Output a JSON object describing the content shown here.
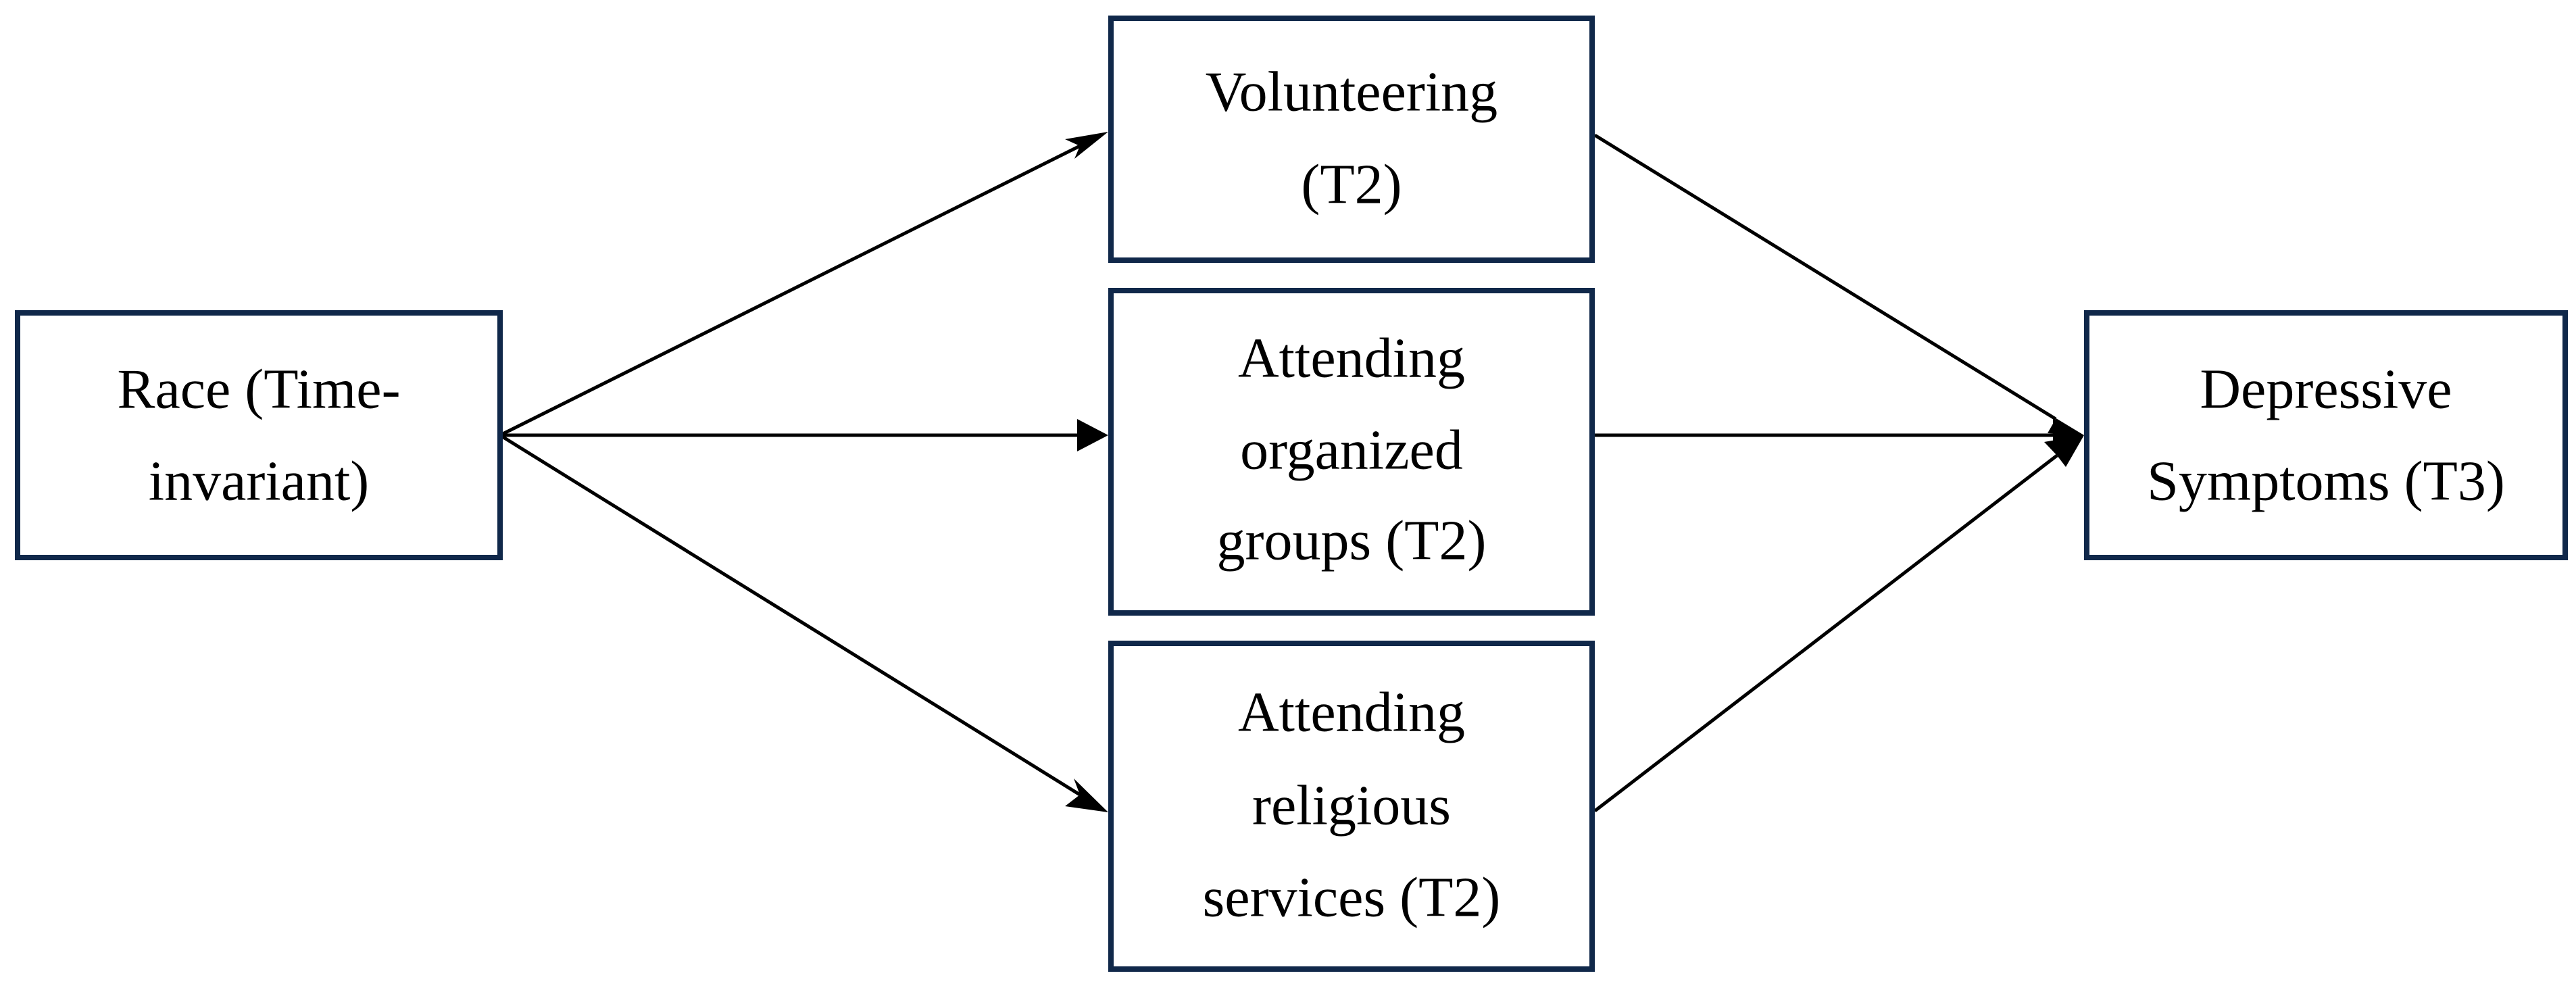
{
  "nodes": {
    "race": {
      "lines": [
        "Race (Time-",
        "invariant)"
      ]
    },
    "volunteering": {
      "lines": [
        "Volunteering",
        "(T2)"
      ]
    },
    "organized_groups": {
      "lines": [
        "Attending",
        "organized",
        "groups (T2)"
      ]
    },
    "religious_services": {
      "lines": [
        "Attending",
        "religious",
        "services (T2)"
      ]
    },
    "depressive_symptoms": {
      "lines": [
        "Depressive",
        "Symptoms (T3)"
      ]
    }
  },
  "edges": [
    {
      "from": "race",
      "to": "volunteering"
    },
    {
      "from": "race",
      "to": "organized_groups"
    },
    {
      "from": "race",
      "to": "religious_services"
    },
    {
      "from": "volunteering",
      "to": "depressive_symptoms"
    },
    {
      "from": "organized_groups",
      "to": "depressive_symptoms"
    },
    {
      "from": "religious_services",
      "to": "depressive_symptoms"
    }
  ],
  "colors": {
    "box_border": "#10284a",
    "arrow": "#000000",
    "text": "#000000"
  }
}
